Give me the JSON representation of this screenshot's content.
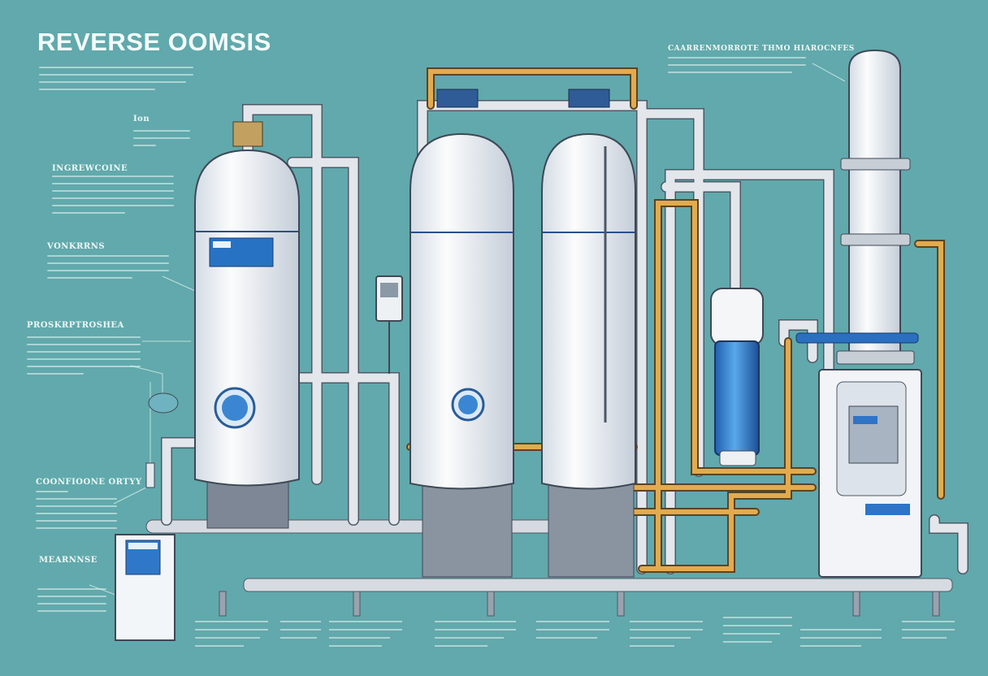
{
  "title": "REVERSE OOMSIS",
  "labels": {
    "ion": "Ion",
    "ingrewcoine": "INGREWCOINE",
    "vonkrrns": "VONKRRNS",
    "pressure": "PROSKRPTROSHEA",
    "conditioning": "COONFIOONE ORTYY",
    "membrane": "MEARNNSE",
    "top_right": "CAARRENMORROTE THMO HIAROCNFES"
  },
  "colors": {
    "background": "#61a9ac",
    "tank": "#f2f5f8",
    "pipe": "#c9ced6",
    "copper": "#d9a040",
    "accent_blue": "#2f7fd0"
  }
}
